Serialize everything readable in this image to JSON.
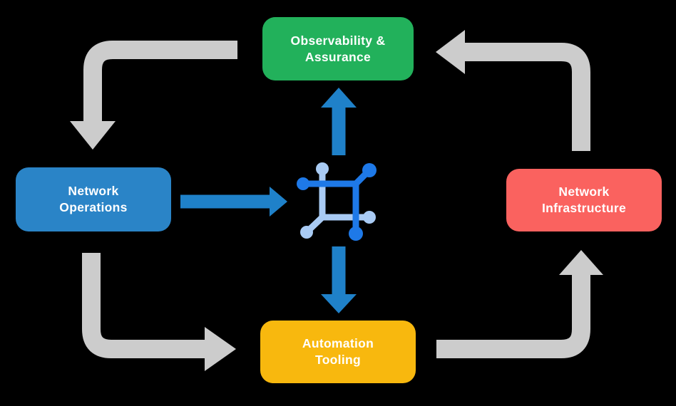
{
  "colors": {
    "background": "#000000",
    "green": "#22b15b",
    "blue": "#2a84c7",
    "red": "#fa625f",
    "yellow": "#f8b80e",
    "gray_arrow": "#cccccc",
    "hub_arrow": "#1f81c9",
    "icon_dark": "#1e79e8",
    "icon_light": "#a9cbf4",
    "text": "#ffffff"
  },
  "nodes": {
    "observability": {
      "label": "Observability &\nAssurance",
      "color": "#22b15b"
    },
    "operations": {
      "label": "Network\nOperations",
      "color": "#2a84c7"
    },
    "infrastructure": {
      "label": "Network\nInfrastructure",
      "color": "#fa625f"
    },
    "automation": {
      "label": "Automation\nTooling",
      "color": "#f8b80e"
    }
  },
  "center_icon": {
    "name": "network-mesh-icon"
  },
  "arrows": {
    "cycle": [
      {
        "name": "assurance-to-operations"
      },
      {
        "name": "operations-to-automation"
      },
      {
        "name": "automation-to-infrastructure"
      },
      {
        "name": "infrastructure-to-assurance"
      }
    ],
    "hub": [
      {
        "name": "operations-to-hub"
      },
      {
        "name": "hub-to-assurance"
      },
      {
        "name": "hub-to-automation"
      }
    ]
  }
}
